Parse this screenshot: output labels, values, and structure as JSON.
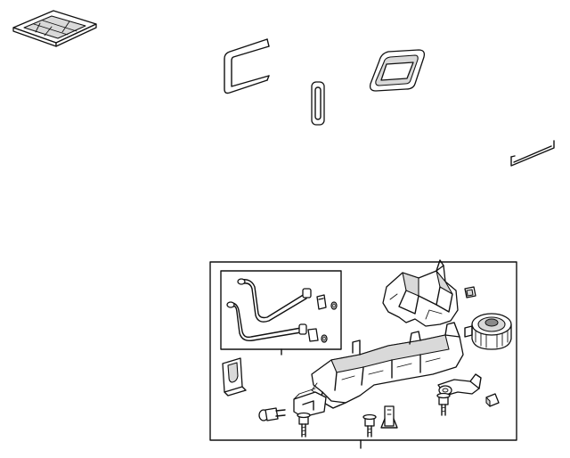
{
  "diagram": {
    "kind": "exploded parts diagram",
    "colors": {
      "line": "#111111",
      "shade": "#d9d9d9",
      "dark": "#8a8a8a",
      "background": "#ffffff"
    },
    "parts": [
      "filter-element",
      "c-shaped-seal",
      "narrow-slot-seal",
      "rounded-frame-seal",
      "bracket-strip",
      "heater-core-tubes",
      "blower-housing",
      "blower-motor",
      "lower-case",
      "gasket-plate",
      "bolt",
      "clip"
    ]
  }
}
